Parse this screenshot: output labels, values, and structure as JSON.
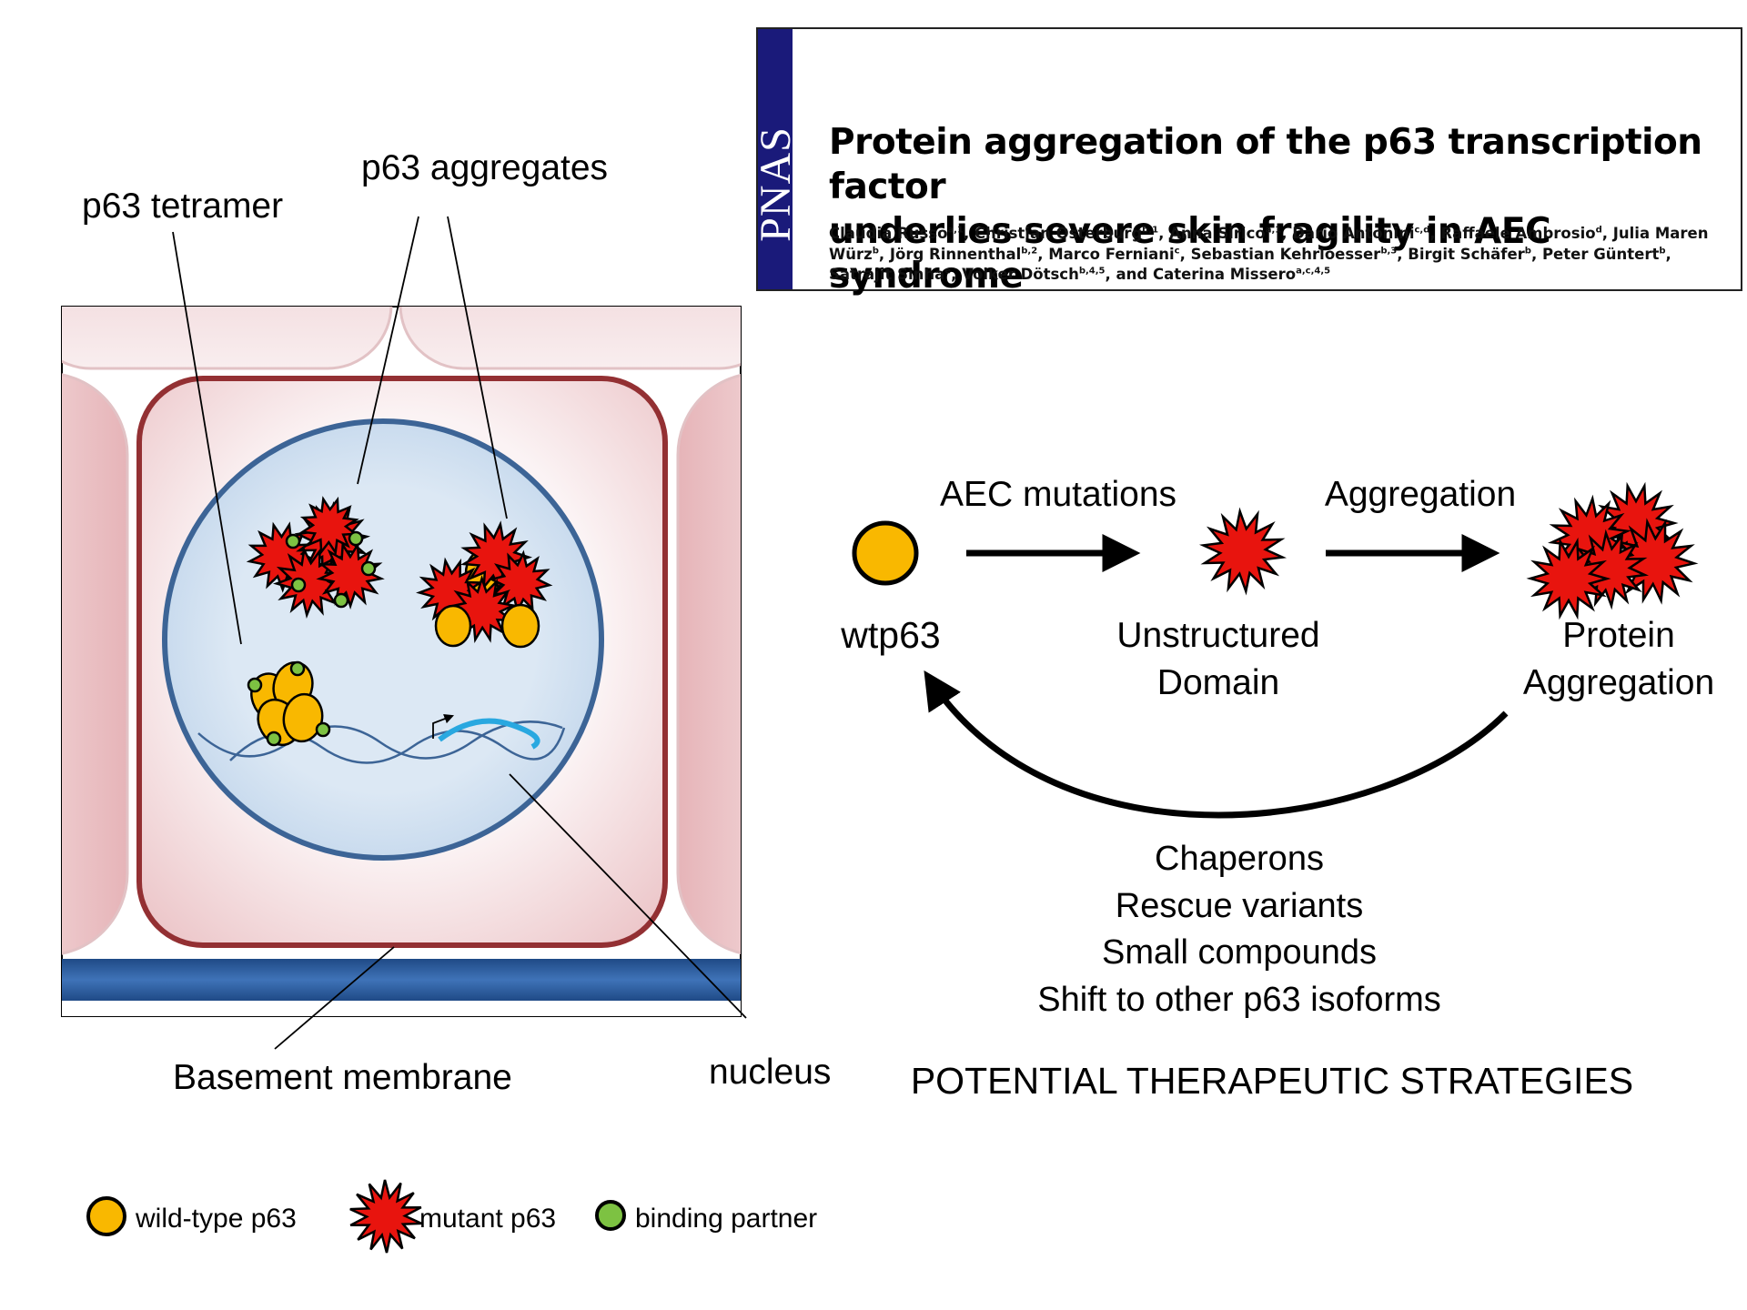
{
  "paper": {
    "journal": "PNAS",
    "title_line1": "Protein aggregation of the p63 transcription factor",
    "title_line2": "underlies severe skin fragility in AEC syndrome",
    "authors": [
      {
        "name": "Claudia Russo",
        "aff": "a,1"
      },
      {
        "name": "Christian Osterburg",
        "aff": "b,1"
      },
      {
        "name": "Anna Sirico",
        "aff": "a,1"
      },
      {
        "name": "Dario Antonini",
        "aff": "c,d"
      },
      {
        "name": "Raffaele Ambrosio",
        "aff": "d"
      },
      {
        "name": "Julia Maren Würz",
        "aff": "b"
      },
      {
        "name": "Jörg Rinnenthal",
        "aff": "b,2"
      },
      {
        "name": "Marco Ferniani",
        "aff": "c"
      },
      {
        "name": "Sebastian Kehrloesser",
        "aff": "b,3"
      },
      {
        "name": "Birgit Schäfer",
        "aff": "b"
      },
      {
        "name": "Peter Güntert",
        "aff": "b"
      },
      {
        "name": "Satrajit Sinha",
        "aff": "e"
      },
      {
        "name": "Volker Dötsch",
        "aff": "b,4,5"
      },
      {
        "name": "Caterina Missero",
        "aff": "a,c,4,5"
      }
    ],
    "author_separator": ", ",
    "author_last_joiner": ", and "
  },
  "cell_diagram": {
    "label_tetramer": "p63 tetramer",
    "label_aggregates": "p63 aggregates",
    "label_basement": "Basement membrane",
    "label_nucleus": "nucleus"
  },
  "pathway": {
    "step_mutations": "AEC mutations",
    "step_aggregation": "Aggregation",
    "node_wt": "wtp63",
    "node_unstructured_line1": "Unstructured",
    "node_unstructured_line2": "Domain",
    "node_aggregation_line1": "Protein",
    "node_aggregation_line2": "Aggregation",
    "strategies": [
      "Chaperons",
      "Rescue variants",
      "Small compounds",
      "Shift to other p63 isoforms"
    ],
    "strategies_title": "POTENTIAL THERAPEUTIC STRATEGIES"
  },
  "legend": {
    "wild_type": "wild-type p63",
    "mutant": "mutant p63",
    "binding_partner": "binding partner"
  },
  "colors": {
    "wild_type_fill": "#F9B800",
    "mutant_fill": "#E8140E",
    "binding_partner_fill": "#7DC242",
    "nucleus_fill": "#D6E4F1",
    "nucleus_border": "#3C6496",
    "cell_border": "#933033",
    "basement_membrane": "#2E5C99",
    "dna": "#3C6496",
    "gene": "#29A8E0",
    "pnas_strip": "#1A1A7A"
  }
}
